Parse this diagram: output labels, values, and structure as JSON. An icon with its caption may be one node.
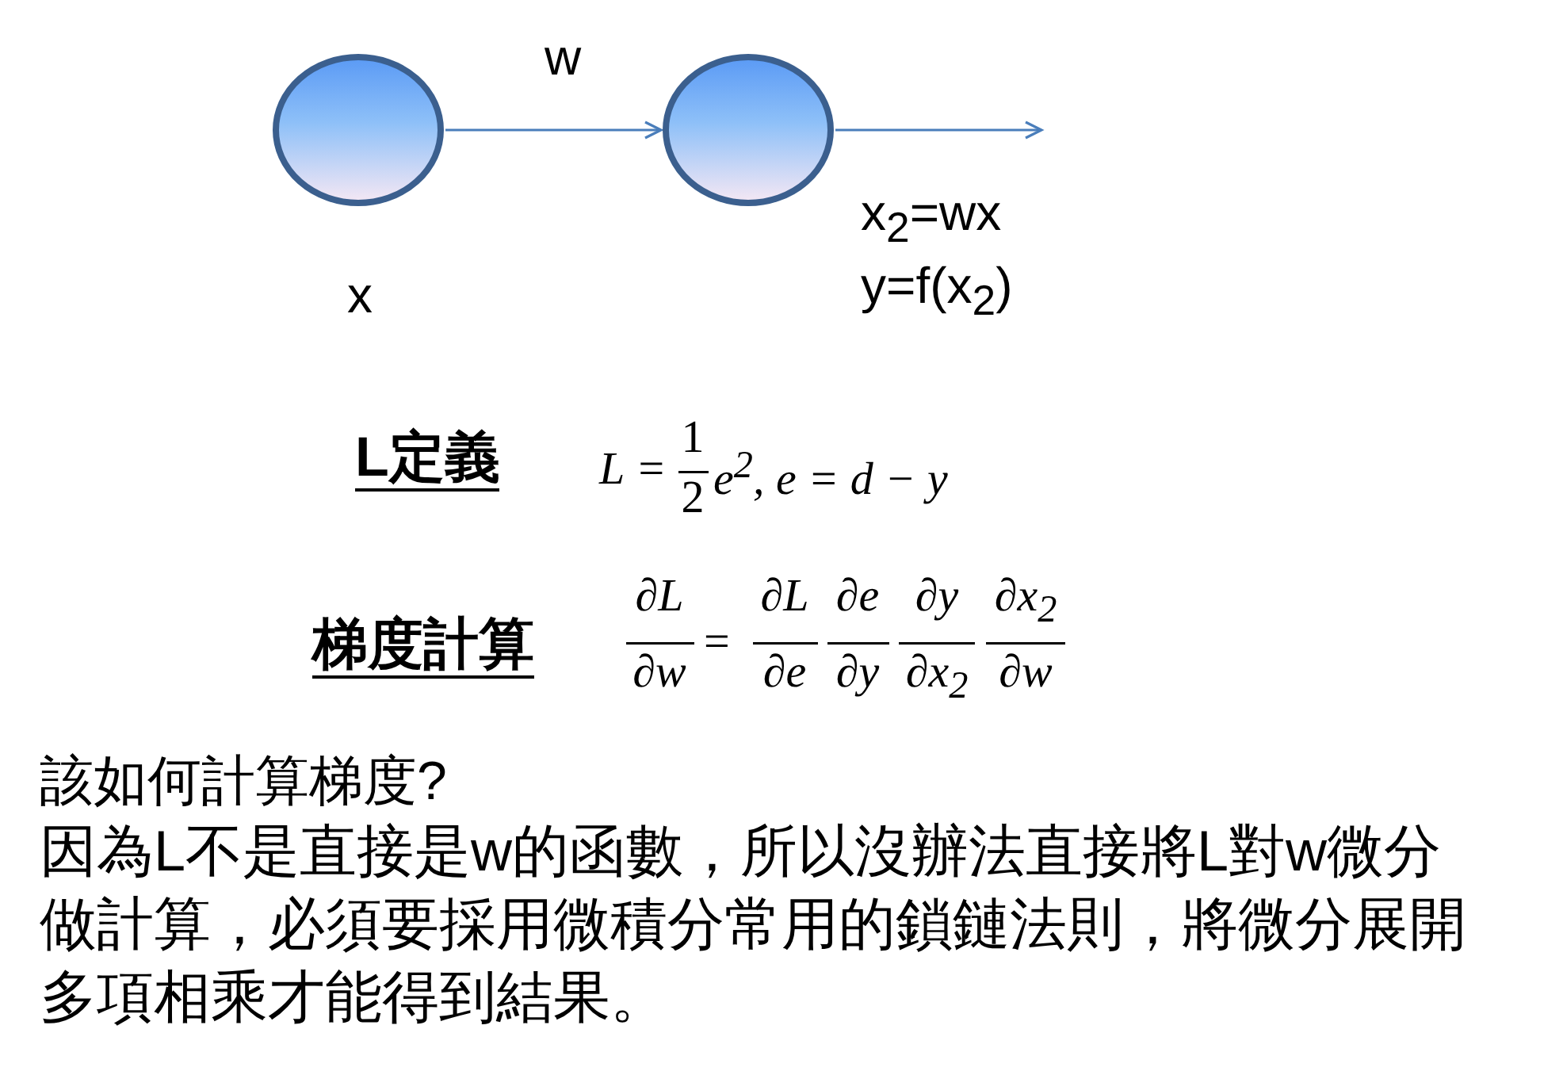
{
  "diagram": {
    "nodes": [
      {
        "text": [],
        "shape": "circle",
        "beside": [
          "x"
        ]
      },
      {
        "text": [],
        "shape": "circle",
        "beside": [
          "x$_{2}$=wx",
          "y=f(x$_{2}$)"
        ]
      }
    ],
    "edges": [
      {
        "from": 0,
        "to": 1,
        "arrow": "to",
        "label": "w"
      },
      {
        "from": 1,
        "to": null,
        "arrow": "to"
      }
    ],
    "labels": [
      "L定義",
      "L =",
      "1",
      "2",
      "e$^{2}$, e = d − y",
      "梯度計算",
      "∂L",
      "∂w",
      "=",
      "∂L",
      "∂e",
      "∂e",
      "∂y",
      "∂y",
      "∂x$_{2}$",
      "∂x$_{2}$",
      "∂w",
      "該如何計算梯度?",
      "因為L不是直接是w的函數，所以沒辦法直接將L對w微分做計算，必須要採用微積分常用的鎖鏈法則，將微分展開多項相乘才能得到結果。"
    ]
  }
}
